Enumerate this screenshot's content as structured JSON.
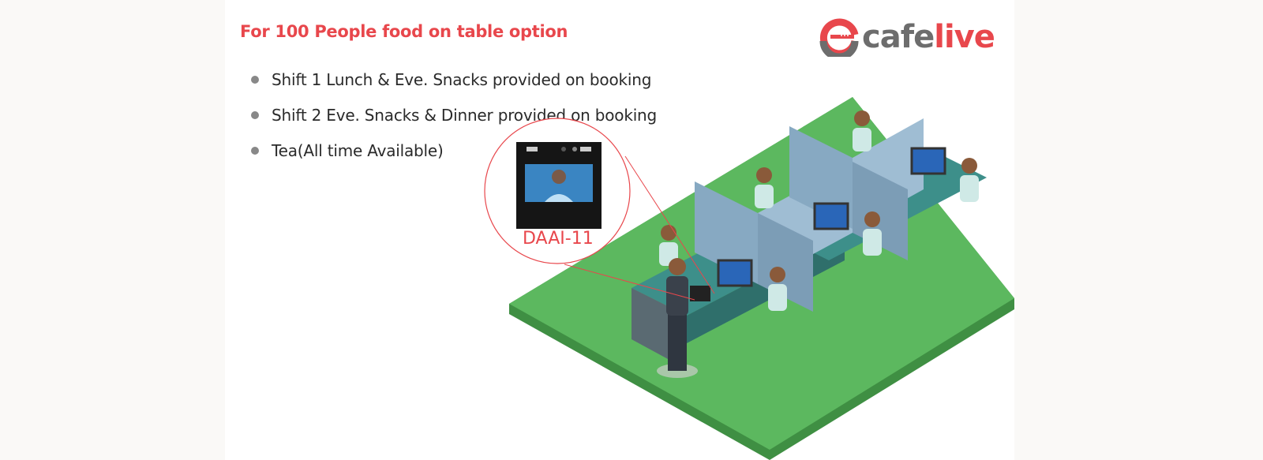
{
  "heading": "For 100 People food on table option",
  "bullets": [
    "Shift 1 Lunch & Eve. Snacks provided on booking",
    "Shift 2 Eve. Snacks & Dinner provided on booking",
    "Tea(All time Available)"
  ],
  "logo": {
    "part1": "cafe",
    "part2": "live"
  },
  "device": {
    "label": "DAAI-11"
  },
  "colors": {
    "accent": "#e8474c",
    "floor": "#5cb85f",
    "text": "#2a2a2a"
  }
}
